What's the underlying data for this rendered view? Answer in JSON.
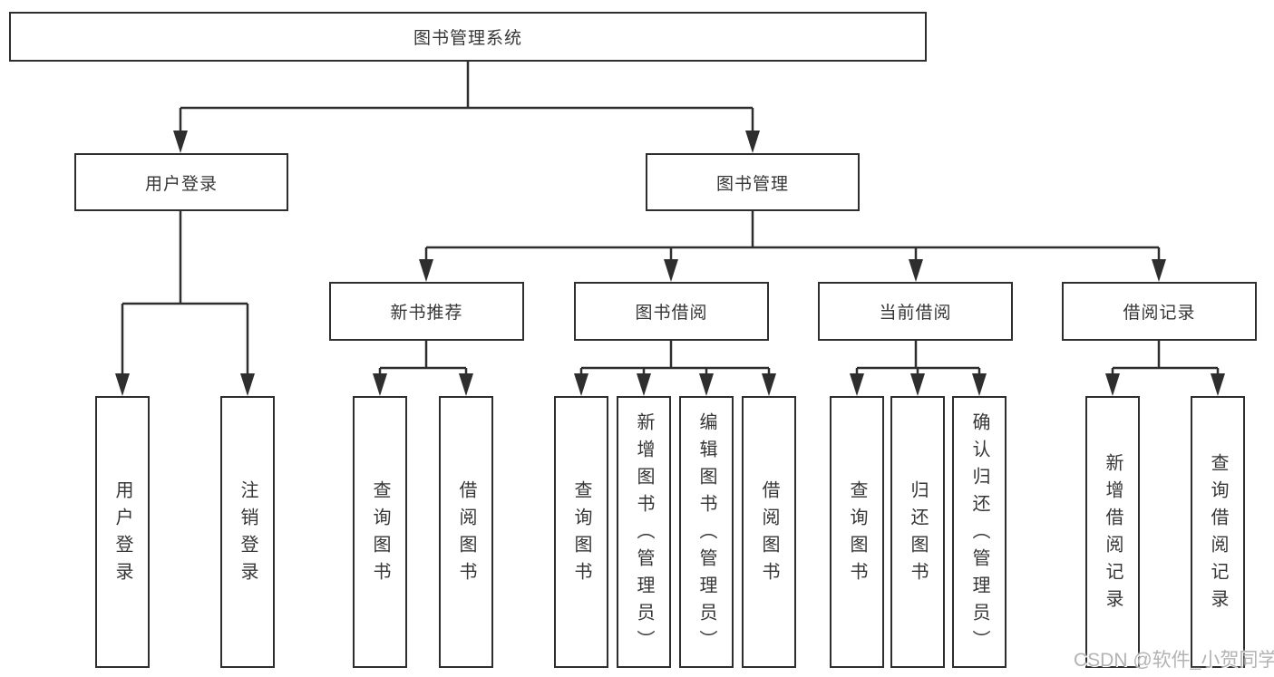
{
  "diagram": {
    "root": {
      "label": "图书管理系统"
    },
    "branches": [
      {
        "label": "用户登录",
        "children": [
          {
            "label": "用户登录"
          },
          {
            "label": "注销登录"
          }
        ]
      },
      {
        "label": "图书管理",
        "children": [
          {
            "label": "新书推荐",
            "children": [
              {
                "label": "查询图书"
              },
              {
                "label": "借阅图书"
              }
            ]
          },
          {
            "label": "图书借阅",
            "children": [
              {
                "label": "查询图书"
              },
              {
                "label": "新增图书（管理员）"
              },
              {
                "label": "编辑图书（管理员）"
              },
              {
                "label": "借阅图书"
              }
            ]
          },
          {
            "label": "当前借阅",
            "children": [
              {
                "label": "查询图书"
              },
              {
                "label": "归还图书"
              },
              {
                "label": "确认归还（管理员）"
              }
            ]
          },
          {
            "label": "借阅记录",
            "children": [
              {
                "label": "新增借阅记录"
              },
              {
                "label": "查询借阅记录"
              }
            ]
          }
        ]
      }
    ]
  },
  "colors": {
    "line": "#2e2e2e",
    "text": "#363636",
    "watermark": "#b3b3b3"
  },
  "watermark": {
    "text": "CSDN @软件_小贺同学"
  }
}
